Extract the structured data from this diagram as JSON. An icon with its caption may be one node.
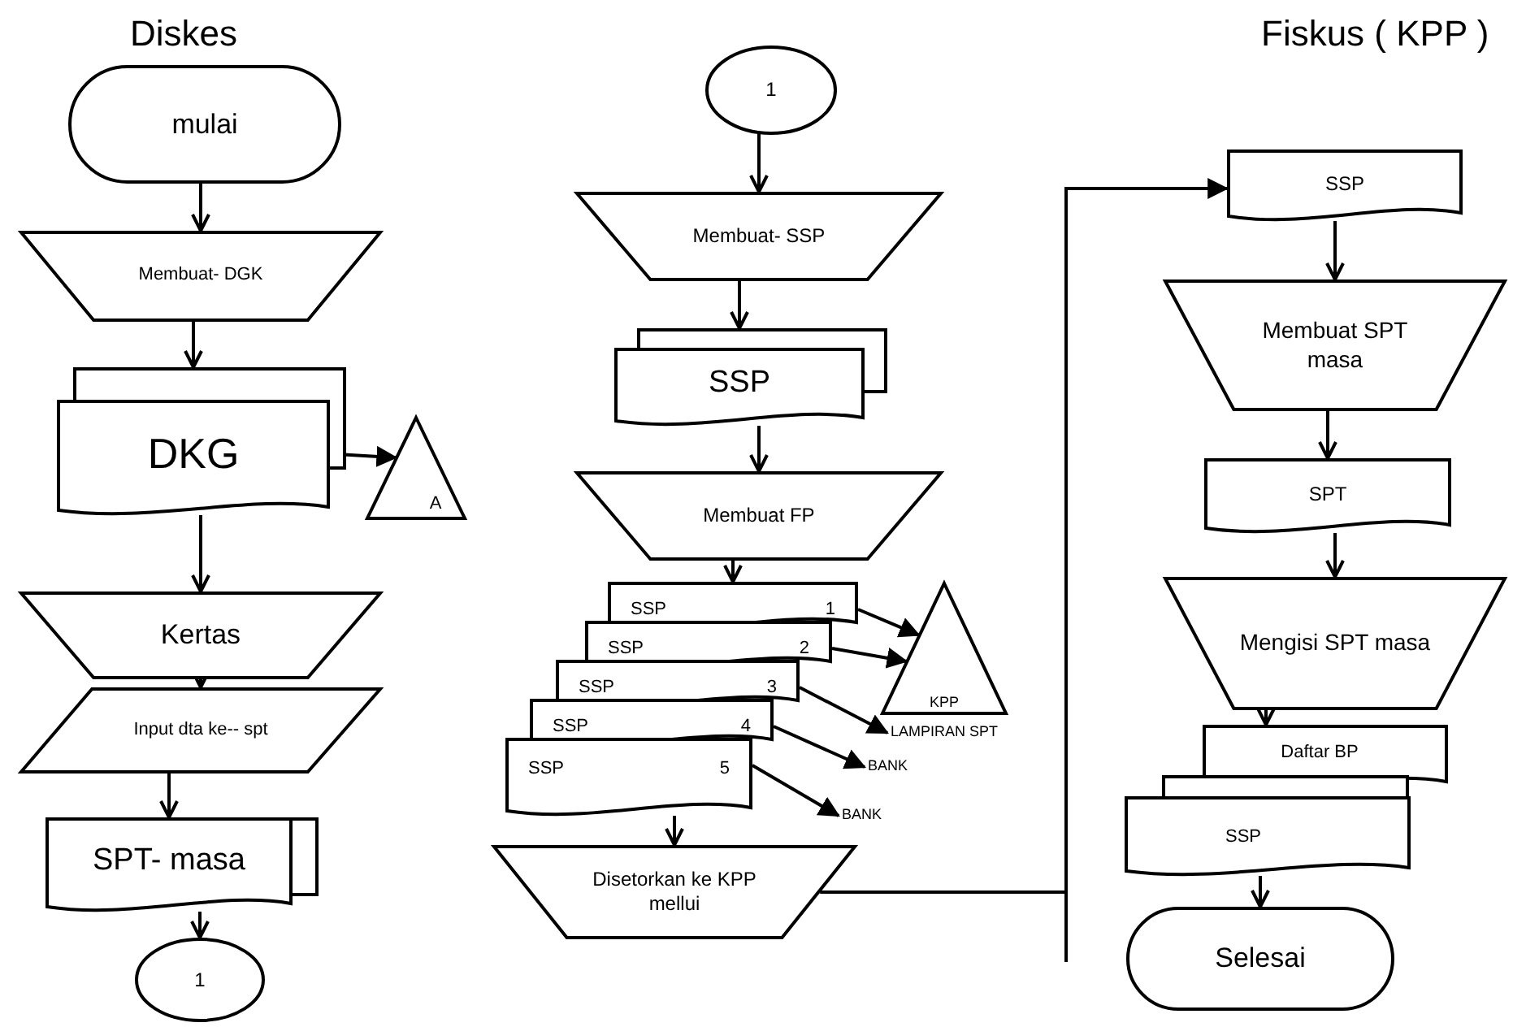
{
  "diagram": {
    "nodes": [
      {
        "text": [
          "mulai"
        ]
      },
      {
        "text": [
          "Membuat- DGK"
        ]
      },
      {
        "text": [
          "DKG"
        ]
      },
      {
        "text": [
          "A"
        ]
      },
      {
        "text": [
          "Kertas"
        ]
      },
      {
        "text": [
          "Input dta ke-- spt"
        ]
      },
      {
        "text": [
          "SPT- masa"
        ]
      },
      {
        "text": [
          "1"
        ]
      },
      {
        "text": [
          "1"
        ]
      },
      {
        "text": [
          "Membuat- SSP"
        ]
      },
      {
        "text": [
          "SSP"
        ]
      },
      {
        "text": [
          "Membuat FP"
        ]
      },
      {
        "text": [
          "SSP",
          "1"
        ]
      },
      {
        "text": [
          "SSP",
          "2"
        ]
      },
      {
        "text": [
          "SSP",
          "3"
        ]
      },
      {
        "text": [
          "SSP",
          "4"
        ]
      },
      {
        "text": [
          "SSP",
          "5"
        ]
      },
      {
        "text": [
          "KPP"
        ]
      },
      {
        "text": [
          "LAMPIRAN SPT"
        ]
      },
      {
        "text": [
          "BANK"
        ]
      },
      {
        "text": [
          "BANK"
        ]
      },
      {
        "text": [
          "Disetorkan ke KPP mellui"
        ]
      },
      {
        "text": [
          "SSP"
        ]
      },
      {
        "text": [
          "Membuat SPT masa"
        ]
      },
      {
        "text": [
          "SPT"
        ]
      },
      {
        "text": [
          "Mengisi SPT masa"
        ]
      },
      {
        "text": [
          "Daftar BP",
          "SSP"
        ]
      },
      {
        "text": [
          "Selesai"
        ]
      }
    ],
    "edges": [
      {
        "from": 0,
        "to": 1,
        "arrow": "to"
      },
      {
        "from": 1,
        "to": 2,
        "arrow": "to"
      },
      {
        "from": 2,
        "to": 3,
        "arrow": "to"
      },
      {
        "from": 2,
        "to": 4,
        "arrow": "to"
      },
      {
        "from": 4,
        "to": 5,
        "arrow": "to"
      },
      {
        "from": 5,
        "to": 6,
        "arrow": "to"
      },
      {
        "from": 6,
        "to": 7,
        "arrow": "to"
      },
      {
        "from": 8,
        "to": 9,
        "arrow": "to"
      },
      {
        "from": 9,
        "to": 10,
        "arrow": "to"
      },
      {
        "from": 10,
        "to": 11,
        "arrow": "to"
      },
      {
        "from": 11,
        "to": 12,
        "arrow": "to"
      },
      {
        "from": 12,
        "to": 17,
        "arrow": "to"
      },
      {
        "from": 13,
        "to": 17,
        "arrow": "to"
      },
      {
        "from": 14,
        "to": 18,
        "arrow": "to"
      },
      {
        "from": 15,
        "to": 19,
        "arrow": "to"
      },
      {
        "from": 16,
        "to": 20,
        "arrow": "to"
      },
      {
        "from": 16,
        "to": 21,
        "arrow": "to"
      },
      {
        "from": 21,
        "to": 22,
        "arrow": "to"
      },
      {
        "from": 22,
        "to": 23,
        "arrow": "to"
      },
      {
        "from": 23,
        "to": 24,
        "arrow": "to"
      },
      {
        "from": 24,
        "to": 25,
        "arrow": "to"
      },
      {
        "from": 25,
        "to": 26,
        "arrow": "to"
      },
      {
        "from": 26,
        "to": 27,
        "arrow": "to"
      }
    ],
    "labels": [
      "Diskes",
      "Fiskus ( KPP )"
    ]
  }
}
